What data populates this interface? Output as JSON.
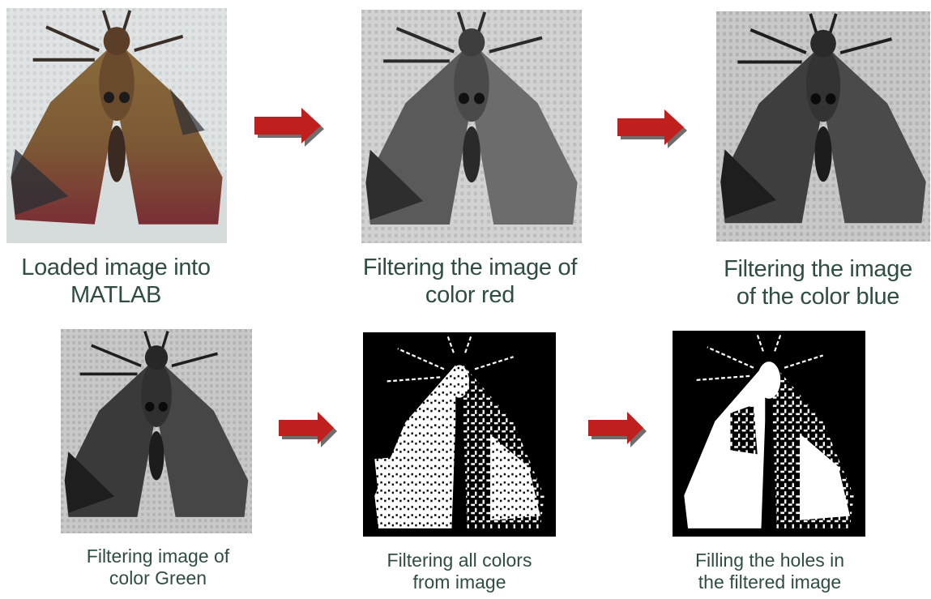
{
  "steps": [
    {
      "id": "loaded",
      "style": "color",
      "caption": [
        "Loaded image into",
        "MATLAB"
      ]
    },
    {
      "id": "red",
      "style": "gray",
      "caption": [
        "Filtering the image of",
        "color red"
      ]
    },
    {
      "id": "blue",
      "style": "dark",
      "caption": [
        "Filtering the image",
        "of the color blue"
      ]
    },
    {
      "id": "green",
      "style": "dark",
      "caption": [
        "Filtering image of",
        "color Green"
      ]
    },
    {
      "id": "all",
      "style": "binary",
      "caption": [
        "Filtering all colors",
        "from image"
      ]
    },
    {
      "id": "filled",
      "style": "filled",
      "caption": [
        "Filling the holes in",
        "the filtered image"
      ]
    }
  ],
  "arrows": [
    {
      "from": "loaded",
      "to": "red"
    },
    {
      "from": "red",
      "to": "blue"
    },
    {
      "from": "green",
      "to": "all"
    },
    {
      "from": "all",
      "to": "filled"
    }
  ],
  "colors": {
    "arrow": "#c0201d",
    "arrow_shadow": "#6e6e6e",
    "caption_text": "#2f4d43"
  },
  "icons": {
    "arrow": "right-arrow-icon",
    "image": "moth-photo"
  }
}
